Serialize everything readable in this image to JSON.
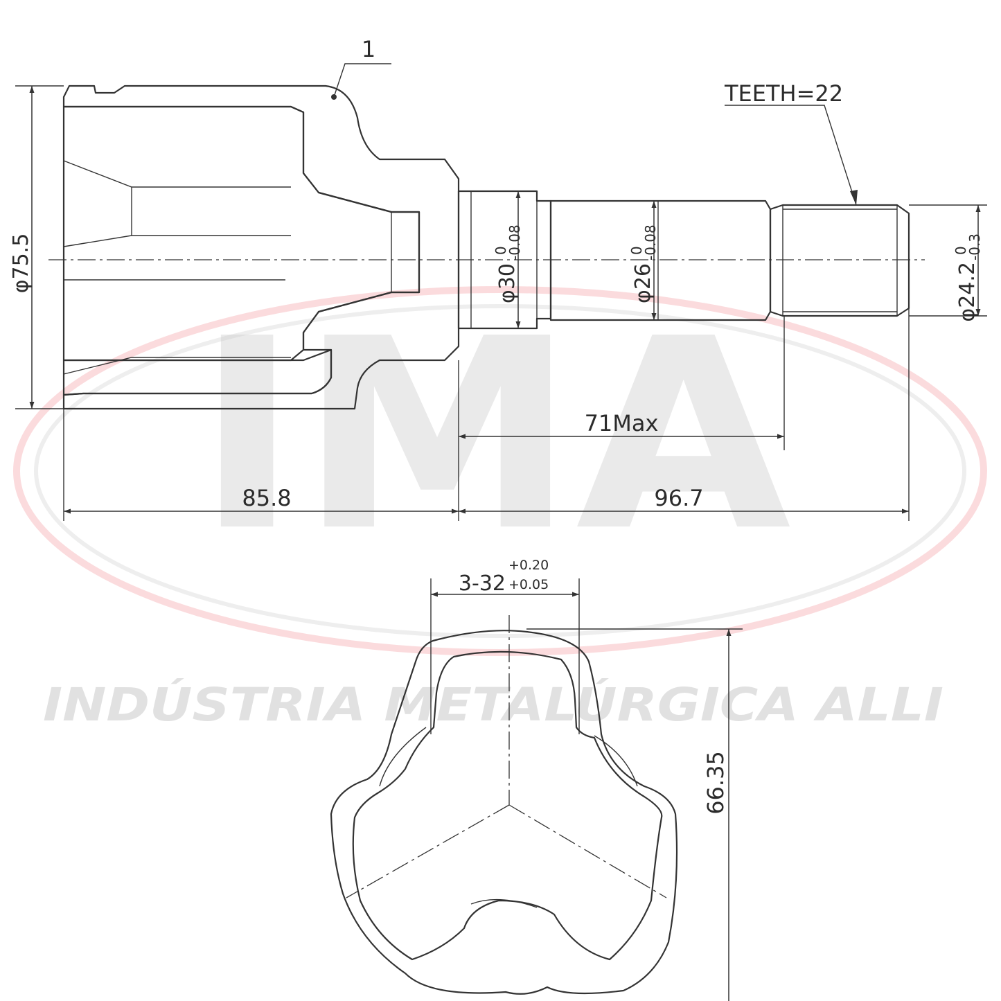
{
  "watermark": {
    "logo_text": "IMA",
    "company": "INDÚSTRIA METALÚRGICA ALLI",
    "ring_color": "#e8202a"
  },
  "part_number_label": "1",
  "spline_note": "TEETH=22",
  "dimensions": {
    "outer_diameter": "φ75.5",
    "shaft_diameter_1": "φ30",
    "shaft_diameter_1_tol_upper": "0",
    "shaft_diameter_1_tol_lower": "-0.08",
    "shaft_diameter_2": "φ26",
    "shaft_diameter_2_tol_upper": "0",
    "shaft_diameter_2_tol_lower": "-0.08",
    "spline_diameter": "φ24.2",
    "spline_diameter_tol_upper": "0",
    "spline_diameter_tol_lower": "-0.3",
    "bell_length": "85.8",
    "shaft_length": "96.7",
    "spline_max_length": "71Max",
    "groove": "3-32",
    "groove_tol_upper": "+0.20",
    "groove_tol_lower": "+0.05",
    "tripod_height": "66.35"
  }
}
